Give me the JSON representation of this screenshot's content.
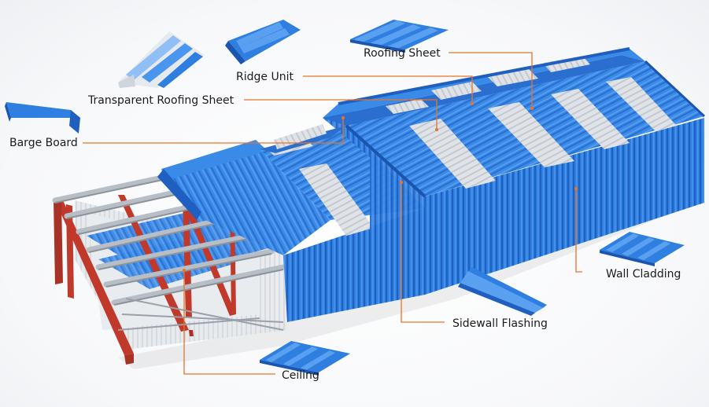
{
  "labels": {
    "roofing_sheet": "Roofing Sheet",
    "ridge_unit": "Ridge Unit",
    "transparent_roofing_sheet": "Transparent Roofing Sheet",
    "barge_board": "Barge Board",
    "wall_cladding": "Wall Cladding",
    "sidewall_flashing": "Sidewall Flashing",
    "ceiling": "Ceiling"
  },
  "colors": {
    "sheet_blue": "#2f7fe0",
    "sheet_blue_dark": "#1f5fc0",
    "sheet_blue_light": "#5aa0f0",
    "transparent_panel": "#d9dde2",
    "steel_frame": "#c0392b",
    "purlin_grey": "#b8bec6",
    "leader_line": "#e8732a"
  }
}
